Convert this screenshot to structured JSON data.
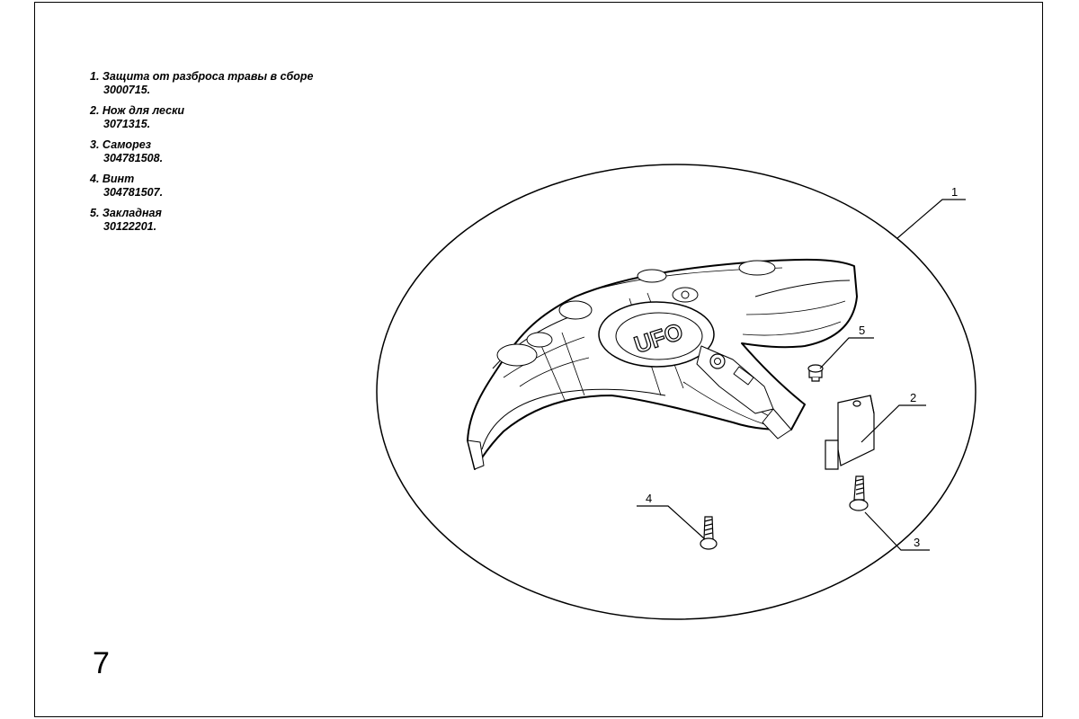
{
  "parts": [
    {
      "name": "1. Защита от разброса травы в сборе",
      "code": "3000715."
    },
    {
      "name": "2. Нож для лески",
      "code": "3071315."
    },
    {
      "name": "3. Саморез",
      "code": "304781508."
    },
    {
      "name": "4. Винт",
      "code": "304781507."
    },
    {
      "name": "5. Закладная",
      "code": "30122201."
    }
  ],
  "callouts": [
    "1",
    "2",
    "3",
    "4",
    "5"
  ],
  "guard_logo": "UFO",
  "page_number": "7",
  "colors": {
    "line": "#000000",
    "background": "#ffffff"
  }
}
